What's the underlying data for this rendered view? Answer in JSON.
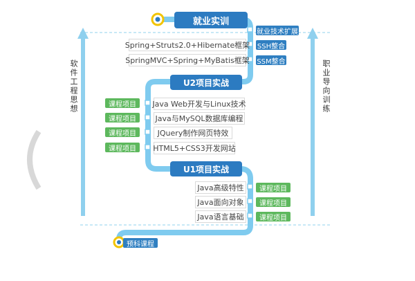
{
  "milestones": {
    "top": "就业实训",
    "u2": "U2项目实战",
    "u1": "U1项目实战",
    "start": "预科课程"
  },
  "top_section": {
    "tag": "就业技术扩展",
    "rows": [
      {
        "topic": "Spring+Struts2.0+Hibernate框架",
        "tag": "SSH整合"
      },
      {
        "topic": "SpringMVC+Spring+MyBatis框架",
        "tag": "SSM整合"
      }
    ]
  },
  "u2_section": {
    "rows": [
      {
        "tag": "课程项目",
        "topic": "Java Web开发与Linux技术"
      },
      {
        "tag": "课程项目",
        "topic": "Java与MySQL数据库编程"
      },
      {
        "tag": "课程项目",
        "topic": "JQuery制作网页特效"
      },
      {
        "tag": "课程项目",
        "topic": "HTML5+CSS3开发网站"
      }
    ]
  },
  "u1_section": {
    "rows": [
      {
        "topic": "Java高级特性",
        "tag": "课程项目"
      },
      {
        "topic": "Java面向对象",
        "tag": "课程项目"
      },
      {
        "topic": "Java语言基础",
        "tag": "课程项目"
      }
    ]
  },
  "side_labels": {
    "left": "软件工程思想",
    "right": "职业导向训练"
  },
  "colors": {
    "path": "#7fcbef",
    "dark_blue": "#2c7bc1",
    "green": "#5db85d"
  }
}
